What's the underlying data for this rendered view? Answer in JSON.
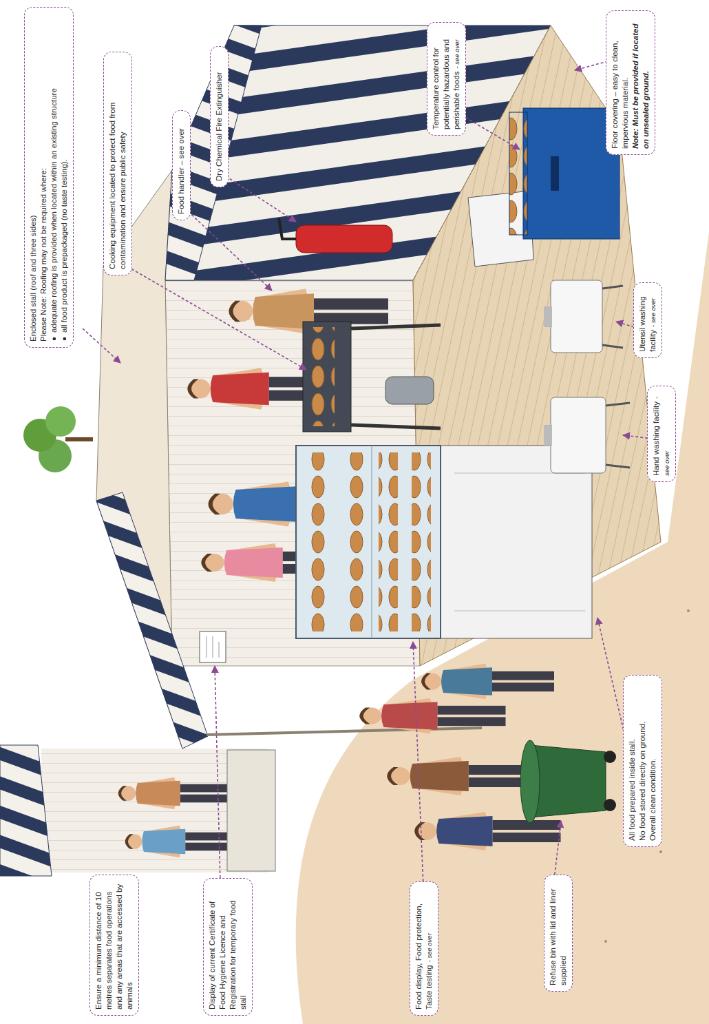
{
  "diagram": {
    "nodes": [
      {
        "text": [
          "Ensure a minimum distance of 10 metres separates food operations and any areas that are accessed by animals"
        ]
      },
      {
        "text": [
          "Display of current Certificate of Food Hygiene Licence and Registration for temporary food stall"
        ]
      },
      {
        "text": [
          "Food display, Food protection, Taste testing",
          "- see over"
        ]
      },
      {
        "text": [
          "Refuse bin with lid and liner supplied"
        ]
      },
      {
        "text": [
          "All food prepared inside stall.",
          "No food stored directly on ground.",
          "Overall clean condition."
        ]
      },
      {
        "text": [
          "Enclosed stall (roof and three sides)",
          "Please Note: Roofing may not be required where:",
          "adequate roofing is provided when located within an existing structure",
          "all food product is prepackaged (no taste testing)."
        ]
      },
      {
        "text": [
          "Cooking equipment located to protect food from contamination and ensure public safety"
        ]
      },
      {
        "text": [
          "Food handler – see over"
        ]
      },
      {
        "text": [
          "Dry Chemical Fire Extinguisher"
        ]
      },
      {
        "text": [
          "Temperature control for potentially hazardous and perishable foods",
          "- see over"
        ]
      },
      {
        "text": [
          "Floor covering – easy to clean, impervious material.",
          "Note: Must be provided if located on unsealed ground."
        ]
      },
      {
        "text": [
          "Utensil washing facility",
          "- see over"
        ]
      },
      {
        "text": [
          "Hand washing facility",
          "- see over"
        ]
      }
    ]
  }
}
